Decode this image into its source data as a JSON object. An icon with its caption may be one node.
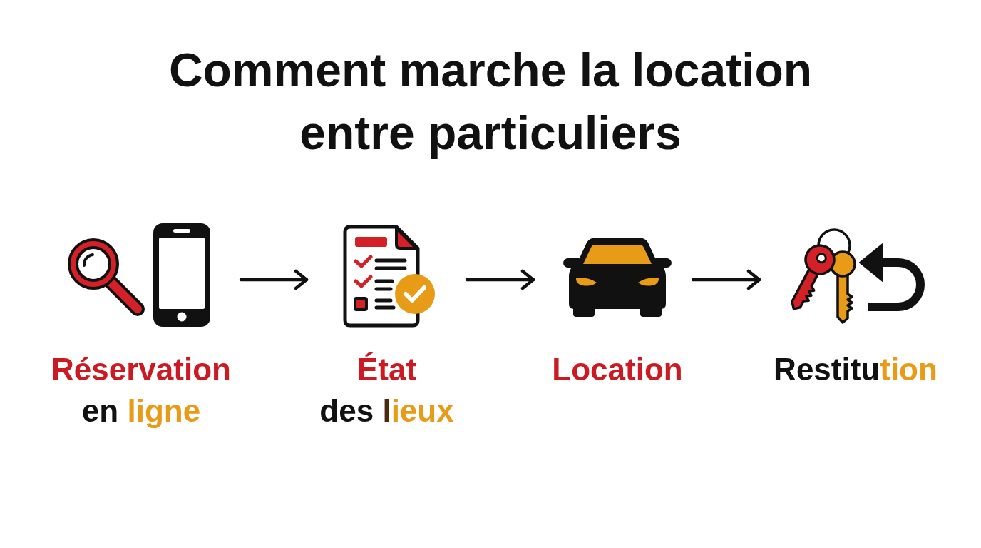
{
  "diagram": {
    "title": "Comment marche la location entre particuliers",
    "nodes": [
      {
        "text": [
          "Réservation en ligne"
        ]
      },
      {
        "text": [
          "État des lieux"
        ]
      },
      {
        "text": [
          "Location"
        ]
      },
      {
        "text": [
          "Restitution"
        ]
      }
    ],
    "edges": [
      {
        "from": 0,
        "to": 1,
        "arrow": "to"
      },
      {
        "from": 1,
        "to": 2,
        "arrow": "to"
      },
      {
        "from": 2,
        "to": 3,
        "arrow": "to"
      }
    ]
  }
}
